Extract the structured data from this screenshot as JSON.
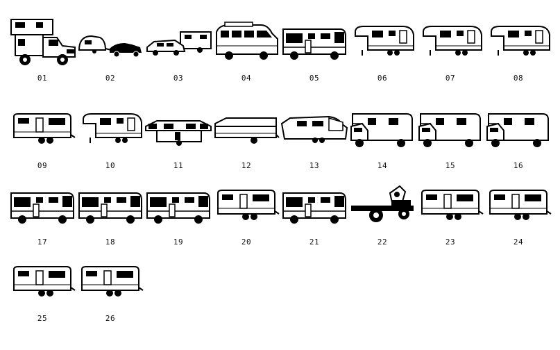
{
  "catalog": {
    "items": [
      {
        "number": "01",
        "icon": "truck-camper-icon"
      },
      {
        "number": "02",
        "icon": "teardrop-trailer-with-car-icon"
      },
      {
        "number": "03",
        "icon": "small-trailer-with-suv-icon"
      },
      {
        "number": "04",
        "icon": "camper-van-icon"
      },
      {
        "number": "05",
        "icon": "class-a-motorhome-icon"
      },
      {
        "number": "06",
        "icon": "fifth-wheel-slideout-icon"
      },
      {
        "number": "07",
        "icon": "fifth-wheel-trailer-icon"
      },
      {
        "number": "08",
        "icon": "fifth-wheel-trailer-icon"
      },
      {
        "number": "09",
        "icon": "toy-hauler-ramp-icon"
      },
      {
        "number": "10",
        "icon": "fifth-wheel-with-pickup-icon"
      },
      {
        "number": "11",
        "icon": "popup-camper-open-icon"
      },
      {
        "number": "12",
        "icon": "popup-camper-closed-icon"
      },
      {
        "number": "13",
        "icon": "hybrid-trailer-icon"
      },
      {
        "number": "14",
        "icon": "class-c-motorhome-icon"
      },
      {
        "number": "15",
        "icon": "class-c-motorhome-icon"
      },
      {
        "number": "16",
        "icon": "class-c-motorhome-icon"
      },
      {
        "number": "17",
        "icon": "class-a-motorhome-icon"
      },
      {
        "number": "18",
        "icon": "class-a-motorhome-icon"
      },
      {
        "number": "19",
        "icon": "class-a-motorhome-icon"
      },
      {
        "number": "20",
        "icon": "travel-trailer-icon"
      },
      {
        "number": "21",
        "icon": "class-a-motorhome-icon"
      },
      {
        "number": "22",
        "icon": "chassis-frame-icon"
      },
      {
        "number": "23",
        "icon": "travel-trailer-icon"
      },
      {
        "number": "24",
        "icon": "travel-trailer-icon"
      },
      {
        "number": "25",
        "icon": "travel-trailer-icon"
      },
      {
        "number": "26",
        "icon": "travel-trailer-icon"
      }
    ]
  }
}
